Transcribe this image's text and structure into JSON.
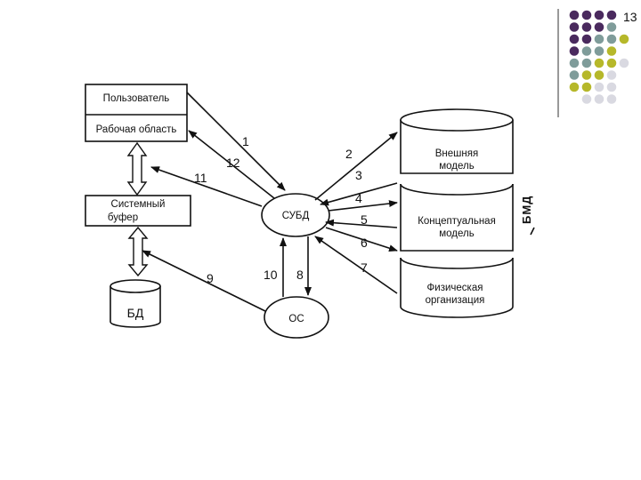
{
  "slide": {
    "page_number": "13"
  },
  "decoration": {
    "dots": [
      [
        "#4a2a5e",
        "#4a2a5e",
        "#4a2a5e",
        "#4a2a5e",
        ""
      ],
      [
        "#4a2a5e",
        "#4a2a5e",
        "#4a2a5e",
        "#7f9c9a",
        ""
      ],
      [
        "#4a2a5e",
        "#4a2a5e",
        "#7f9c9a",
        "#7f9c9a",
        "#b6b82a"
      ],
      [
        "#4a2a5e",
        "#7f9c9a",
        "#7f9c9a",
        "#b6b82a",
        ""
      ],
      [
        "#7f9c9a",
        "#7f9c9a",
        "#b6b82a",
        "#b6b82a",
        "#d9d9e1"
      ],
      [
        "#7f9c9a",
        "#b6b82a",
        "#b6b82a",
        "#d9d9e1",
        ""
      ],
      [
        "#b6b82a",
        "#b6b82a",
        "#d9d9e1",
        "#d9d9e1",
        ""
      ],
      [
        "",
        "#d9d9e1",
        "#d9d9e1",
        "#d9d9e1",
        ""
      ]
    ]
  },
  "diagram": {
    "user": "Пользователь",
    "workspace": "Рабочая область",
    "system_buffer": [
      "Системный",
      "буфер"
    ],
    "db": "БД",
    "dbms": "СУБД",
    "os": "ОС",
    "external_model": [
      "Внешняя",
      "модель"
    ],
    "conceptual_model": [
      "Концептуальная",
      "модель"
    ],
    "physical_org": [
      "Физическая",
      "организация"
    ],
    "bmd": "БМД",
    "arrow_numbers": [
      "1",
      "2",
      "3",
      "4",
      "5",
      "6",
      "7",
      "8",
      "9",
      "10",
      "11",
      "12"
    ]
  }
}
